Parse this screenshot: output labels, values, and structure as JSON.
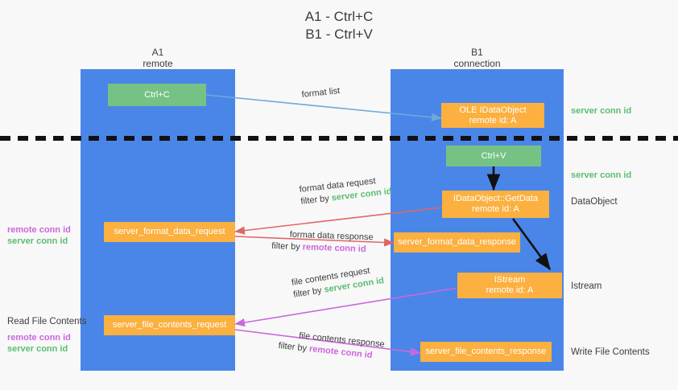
{
  "title": {
    "line1": "A1 - Ctrl+C",
    "line2": "B1 - Ctrl+V"
  },
  "lanes": [
    {
      "name": "A1",
      "sub": "remote"
    },
    {
      "name": "B1",
      "sub": "connection"
    }
  ],
  "boxes": {
    "ctrl_c": {
      "label": "Ctrl+C"
    },
    "ole_dataobject": {
      "line1": "OLE IDataObject",
      "line2": "remote id: A"
    },
    "ctrl_v": {
      "label": "Ctrl+V"
    },
    "getdata": {
      "line1": "IDataObject::GetData",
      "line2": "remote id: A"
    },
    "istream": {
      "line1": "IStream",
      "line2": "remote id: A"
    },
    "server_format_data_request": {
      "label": "server_format_data_request"
    },
    "server_format_data_response": {
      "label": "server_format_data_response"
    },
    "server_file_contents_request": {
      "label": "server_file_contents_request"
    },
    "server_file_contents_response": {
      "label": "server_file_contents_response"
    }
  },
  "edge_labels": {
    "format_list": "format list",
    "format_data_request": "format data request",
    "format_data_request_filter_prefix": "filter by ",
    "format_data_request_filter_key": "server conn id",
    "format_data_response": "format data response",
    "format_data_response_filter_prefix": "filter by ",
    "format_data_response_filter_key": "remote conn id",
    "file_contents_request": "file contents request",
    "file_contents_request_filter_prefix": "filter by ",
    "file_contents_request_filter_key": "server conn id",
    "file_contents_response": "file contents response",
    "file_contents_response_filter_prefix": "filter by ",
    "file_contents_response_filter_key": "remote conn id"
  },
  "annotations": {
    "server_conn_id_top": "server conn id",
    "server_conn_id_second": "server conn id",
    "dataobject_right": "DataObject",
    "istream_right": "Istream",
    "write_file_contents_right": "Write File Contents",
    "left_remote_conn_id_1": "remote conn id",
    "left_server_conn_id_1": "server conn id",
    "read_file_contents": "Read File Contents",
    "left_remote_conn_id_2": "remote conn id",
    "left_server_conn_id_2": "server conn id"
  },
  "colors": {
    "lane": "#4a86e8",
    "green_box": "#76c284",
    "orange_box": "#fbb040",
    "green_text": "#5bbd72",
    "magenta_text": "#cc66dd",
    "blue_arrow": "#6fa8dc",
    "red_arrow": "#e06666",
    "magenta_arrow": "#cc66dd",
    "black_arrow": "#000000",
    "background": "#f8f8f8"
  }
}
